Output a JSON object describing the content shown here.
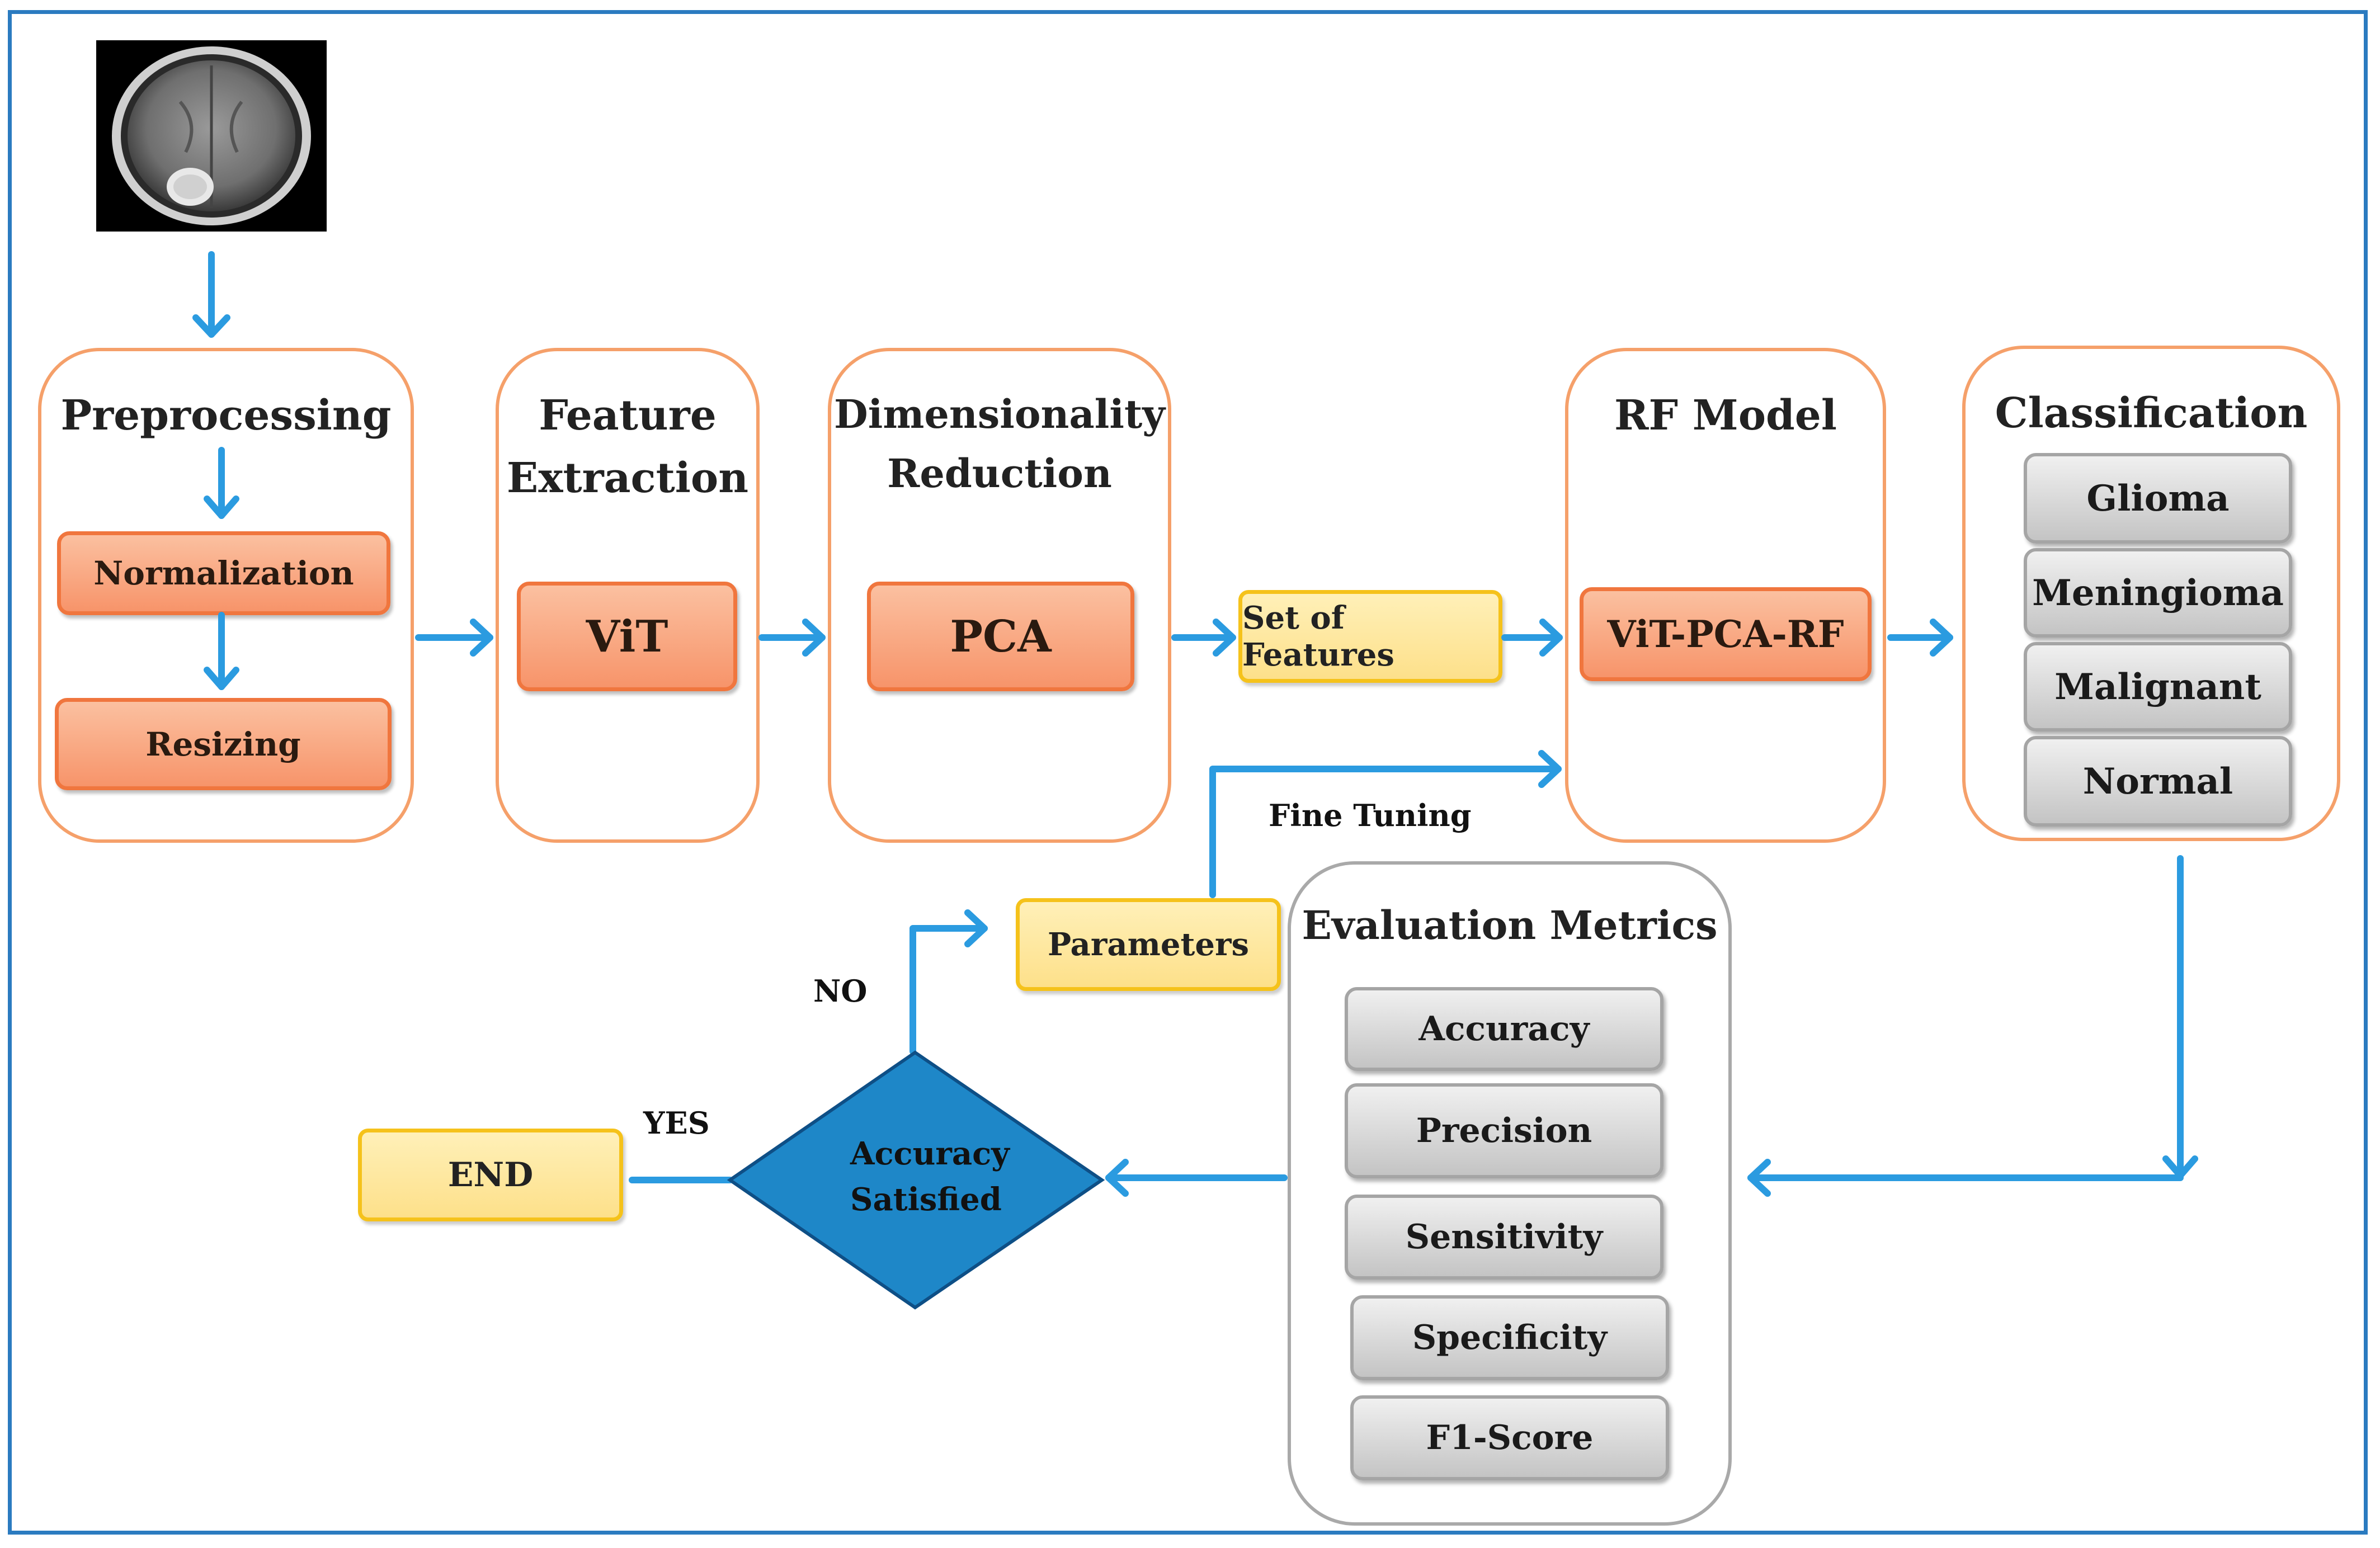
{
  "preprocessing": {
    "title": "Preprocessing",
    "steps": [
      "Normalization",
      "Resizing"
    ]
  },
  "feature_extraction": {
    "title_line1": "Feature",
    "title_line2": "Extraction",
    "method": "ViT"
  },
  "dimensionality_reduction": {
    "title_line1": "Dimensionality",
    "title_line2": "Reduction",
    "method": "PCA"
  },
  "set_of_features": "Set of Features",
  "rf_model": {
    "title": "RF Model",
    "method": "ViT-PCA-RF"
  },
  "classification": {
    "title": "Classification",
    "classes": [
      "Glioma",
      "Meningioma",
      "Malignant",
      "Normal"
    ]
  },
  "fine_tuning_label": "Fine Tuning",
  "parameters": "Parameters",
  "evaluation": {
    "title": "Evaluation Metrics",
    "metrics": [
      "Accuracy",
      "Precision",
      "Sensitivity",
      "Specificity",
      "F1-Score"
    ]
  },
  "decision": {
    "line1": "Accuracy",
    "line2": "Satisfied",
    "no_label": "NO",
    "yes_label": "YES"
  },
  "end": "END",
  "colors": {
    "arrow": "#2b9be0",
    "frame": "#2b7bc0",
    "stage_border": "#f5a06a",
    "orange_fill": "#f7946a",
    "yellow_fill": "#fde08a",
    "gray_fill": "#c4c4c4",
    "diamond": "#1e87c8"
  }
}
